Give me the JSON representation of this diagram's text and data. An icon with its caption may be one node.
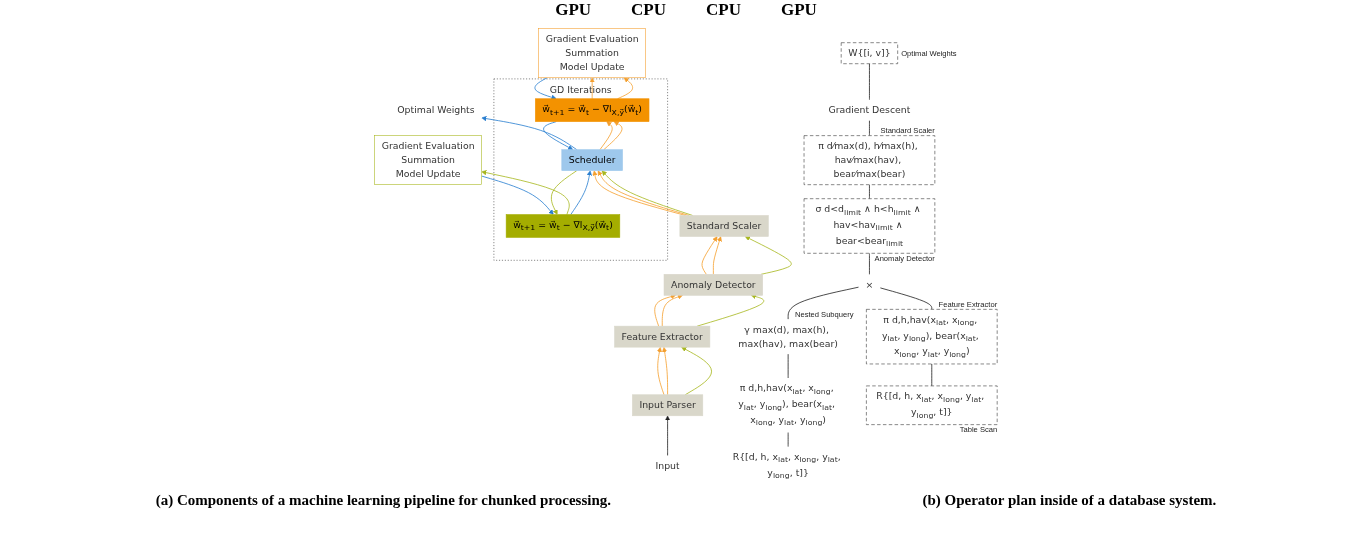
{
  "diagram": {
    "nodes": [
      {
        "text": [
          "GD Iterations"
        ]
      },
      {
        "text": [
          "w⃗$_{t+1}$ = w⃗$_{t}$ − ∇l$_{X,y⃗}$(w⃗$_{t}$)"
        ],
        "in": 0
      },
      {
        "text": [
          "Scheduler"
        ],
        "in": 0
      },
      {
        "text": [
          "w⃗$_{t+1}$ = w⃗$_{t}$ − ∇l$_{X,y⃗}$(w⃗$_{t}$)"
        ],
        "in": 0
      },
      {
        "text": [
          "Gradient Evaluation",
          "Summation",
          "Model Update"
        ]
      },
      {
        "text": [
          "Gradient Evaluation",
          "Summation",
          "Model Update"
        ]
      },
      {
        "text": [
          "Standard Scaler"
        ]
      },
      {
        "text": [
          "Anomaly Detector"
        ]
      },
      {
        "text": [
          "Feature Extractor"
        ]
      },
      {
        "text": [
          "Input Parser"
        ]
      },
      {
        "text": [
          "Input"
        ]
      },
      {
        "text": [
          "Optimal Weights"
        ]
      },
      {
        "text": [
          "W{[i, v]}"
        ],
        "beside": [
          "Optimal Weights"
        ]
      },
      {
        "text": [
          "Gradient Descent"
        ]
      },
      {
        "text": [
          "π d⁄max(d), h⁄max(h), hav⁄max(hav), bear⁄max(bear)"
        ],
        "beside": [
          "Standard Scaler"
        ]
      },
      {
        "text": [
          "σ d<d$_{limit}$ ∧ h<h$_{limit}$ ∧ hav<hav$_{limit}$ ∧ bear<bear$_{limit}$"
        ],
        "beside": [
          "Anomaly Detector"
        ]
      },
      {
        "text": [
          "×"
        ]
      },
      {
        "text": [
          "γ max(d), max(h), max(hav), max(bear)"
        ],
        "beside": [
          "Nested Subquery"
        ]
      },
      {
        "text": [
          "π d,h,hav(x$_{lat}$, x$_{long}$, y$_{lat}$, y$_{long}$), bear(x$_{lat}$, x$_{long}$, y$_{lat}$, y$_{long}$)"
        ]
      },
      {
        "text": [
          "R{[d, h, x$_{lat}$, x$_{long}$, y$_{lat}$, y$_{long}$, t]}"
        ]
      },
      {
        "text": [
          "π d,h,hav(x$_{lat}$, x$_{long}$, y$_{lat}$, y$_{long}$), bear(x$_{lat}$, x$_{long}$, y$_{lat}$, y$_{long}$)"
        ],
        "beside": [
          "Feature Extractor"
        ]
      },
      {
        "text": [
          "R{[d, h, x$_{lat}$, x$_{long}$, y$_{lat}$, y$_{long}$, t]}"
        ],
        "beside": [
          "Table Scan"
        ]
      }
    ],
    "edges": [
      {
        "from": 1,
        "to": 2,
        "arrow": "to",
        "color": "#2a7fd0"
      },
      {
        "from": 2,
        "to": 1,
        "arrow": "to",
        "color": "#a8b820"
      },
      {
        "from": 3,
        "to": 2,
        "arrow": "to",
        "color": "#2a7fd0"
      },
      {
        "from": 2,
        "to": 3,
        "arrow": "to",
        "color": "#f5a030"
      },
      {
        "from": 2,
        "to": 3,
        "arrow": "to",
        "color": "#f5a030"
      },
      {
        "from": 2,
        "to": 11,
        "arrow": "to",
        "color": "#2a7fd0"
      },
      {
        "from": 4,
        "to": 1,
        "arrow": "to",
        "color": "#2a7fd0"
      },
      {
        "from": 1,
        "to": 4,
        "arrow": "to",
        "color": "#a8b820"
      },
      {
        "from": 3,
        "to": 5,
        "arrow": "to",
        "color": "#f5a030"
      },
      {
        "from": 3,
        "to": 5,
        "arrow": "to",
        "color": "#f5a030"
      },
      {
        "from": 5,
        "to": 3,
        "arrow": "to",
        "color": "#2a7fd0"
      },
      {
        "from": 6,
        "to": 2,
        "arrow": "to",
        "color": "#a8b820"
      },
      {
        "from": 6,
        "to": 2,
        "arrow": "to",
        "color": "#f5a030"
      },
      {
        "from": 6,
        "to": 2,
        "arrow": "to",
        "color": "#f5a030"
      },
      {
        "from": 7,
        "to": 6,
        "arrow": "to",
        "color": "#a8b820"
      },
      {
        "from": 7,
        "to": 6,
        "arrow": "to",
        "color": "#f5a030"
      },
      {
        "from": 7,
        "to": 6,
        "arrow": "to",
        "color": "#f5a030"
      },
      {
        "from": 8,
        "to": 7,
        "arrow": "to",
        "color": "#a8b820"
      },
      {
        "from": 8,
        "to": 7,
        "arrow": "to",
        "color": "#f5a030"
      },
      {
        "from": 8,
        "to": 7,
        "arrow": "to",
        "color": "#f5a030"
      },
      {
        "from": 9,
        "to": 8,
        "arrow": "to",
        "color": "#a8b820"
      },
      {
        "from": 9,
        "to": 8,
        "arrow": "to",
        "color": "#f5a030"
      },
      {
        "from": 9,
        "to": 8,
        "arrow": "to",
        "color": "#f5a030"
      },
      {
        "from": 10,
        "to": 9,
        "arrow": "to",
        "color": "#222222"
      },
      {
        "from": 13,
        "to": 12,
        "arrow": "none",
        "color": "#222222"
      },
      {
        "from": 14,
        "to": 13,
        "arrow": "none",
        "color": "#222222"
      },
      {
        "from": 15,
        "to": 14,
        "arrow": "none",
        "color": "#222222"
      },
      {
        "from": 16,
        "to": 15,
        "arrow": "none",
        "color": "#222222"
      },
      {
        "from": 17,
        "to": 16,
        "arrow": "none",
        "color": "#222222"
      },
      {
        "from": 20,
        "to": 16,
        "arrow": "none",
        "color": "#222222"
      },
      {
        "from": 18,
        "to": 17,
        "arrow": "none",
        "color": "#222222"
      },
      {
        "from": 19,
        "to": 18,
        "arrow": "none",
        "color": "#222222"
      },
      {
        "from": 21,
        "to": 20,
        "arrow": "none",
        "color": "#222222"
      }
    ],
    "labels": [
      "GPU",
      "CPU",
      "CPU",
      "GPU",
      "(a) Components of a machine learning pipeline for chunked processing.",
      "(b) Operator plan inside of a database system."
    ]
  }
}
